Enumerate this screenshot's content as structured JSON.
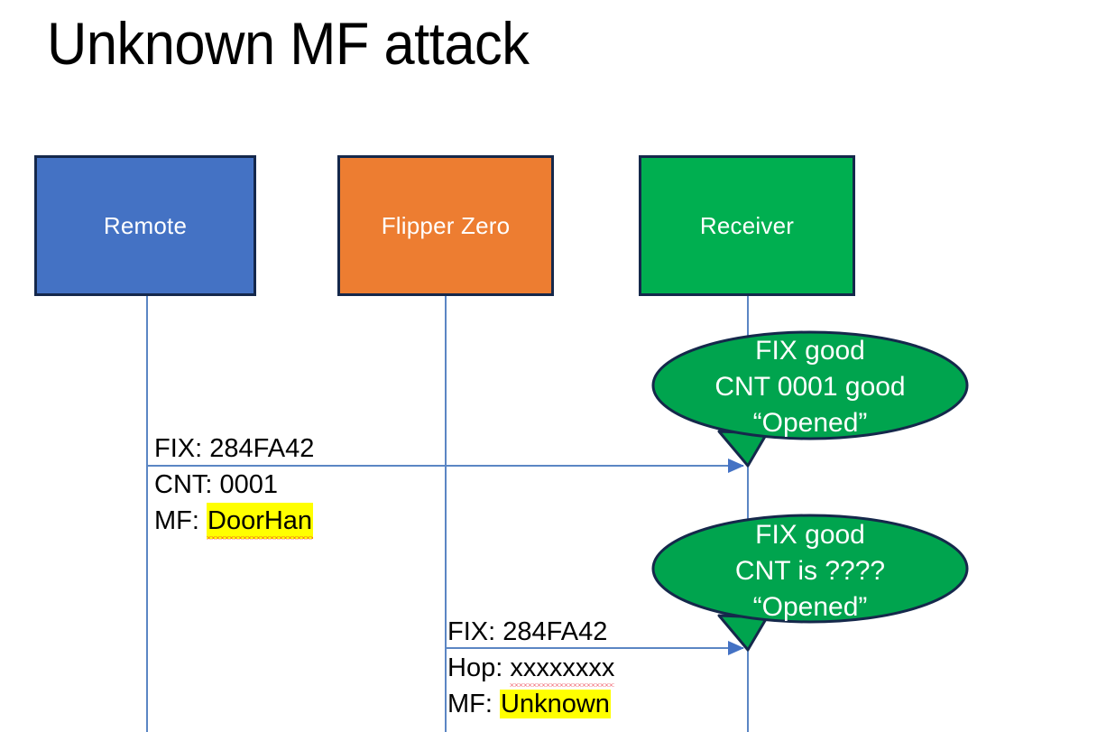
{
  "slide": {
    "title": "Unknown MF attack"
  },
  "actors": [
    {
      "id": "remote",
      "label": "Remote",
      "color": "#4472C4"
    },
    {
      "id": "flipper",
      "label": "Flipper Zero",
      "color": "#ED7D31"
    },
    {
      "id": "receiver",
      "label": "Receiver",
      "color": "#00AF50"
    }
  ],
  "messages": [
    {
      "id": "msg1",
      "from": "remote",
      "to": "receiver",
      "line1": "FIX: 284FA42",
      "line2": "CNT: 0001",
      "line3_prefix": "MF: ",
      "line3_value": "DoorHan",
      "line3_highlight": "#FFFF00",
      "line3_spellcheck": true
    },
    {
      "id": "msg2",
      "from": "flipper",
      "to": "receiver",
      "line1": "FIX: 284FA42",
      "line2_prefix": "Hop: ",
      "line2_value": "xxxxxxxx",
      "line2_spellcheck": true,
      "line3_prefix": "MF: ",
      "line3_value": "Unknown",
      "line3_highlight": "#FFFF00",
      "line3_spellcheck": false
    }
  ],
  "callouts": [
    {
      "id": "callout1",
      "line1": "FIX good",
      "line2": "CNT 0001 good",
      "line3": "“Opened”",
      "color": "#00A44E"
    },
    {
      "id": "callout2",
      "line1": "FIX good",
      "line2": "CNT is ????",
      "line3": "“Opened”",
      "color": "#00A44E"
    }
  ],
  "colors": {
    "box_border": "#15284B",
    "lifeline": "#5B86C4",
    "arrow": "#4472C4",
    "highlight": "#FFFF00",
    "spellcheck_underline": "#E81123",
    "background": "#FFFFFF"
  }
}
